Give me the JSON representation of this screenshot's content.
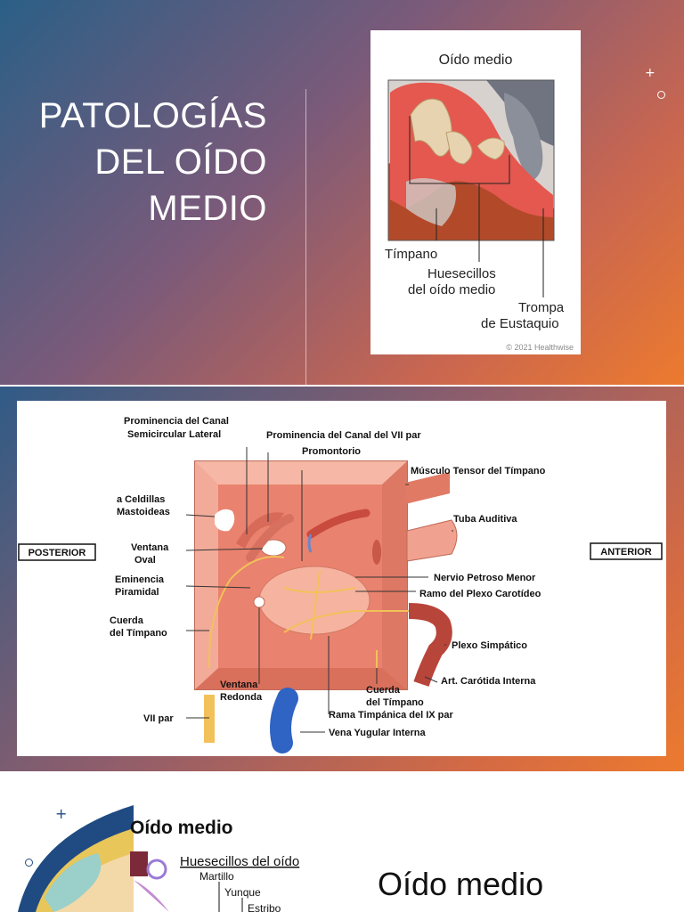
{
  "slide1": {
    "title_lines": [
      "PATOLOGÍAS",
      "DEL OÍDO",
      "MEDIO"
    ],
    "figure": {
      "title": "Oído medio",
      "labels": {
        "timpano": "Tímpano",
        "huesecillos_1": "Huesecillos",
        "huesecillos_2": "del oído medio",
        "trompa_1": "Trompa",
        "trompa_2": "de Eustaquio"
      },
      "credit": "© 2021 Healthwise"
    },
    "decorations": {
      "plus_icon": "plus-icon",
      "circle_icon": "circle-icon"
    }
  },
  "slide2": {
    "labels": {
      "prom_canal_1": "Prominencia del Canal",
      "prom_canal_2": "Semicircular Lateral",
      "prom_vii": "Prominencia del Canal del VII par",
      "promontorio": "Promontorio",
      "tensor": "Músculo Tensor del Tímpano",
      "celdillas_1": "a Celdillas",
      "celdillas_2": "Mastoideas",
      "tuba": "Tuba Auditiva",
      "posterior": "POSTERIOR",
      "anterior": "ANTERIOR",
      "ventana_oval_1": "Ventana",
      "ventana_oval_2": "Oval",
      "nervio_petroso": "Nervio Petroso Menor",
      "eminencia_1": "Eminencia",
      "eminencia_2": "Piramidal",
      "ramo_plexo": "Ramo del Plexo Carotídeo",
      "cuerda_1": "Cuerda",
      "cuerda_2": "del Tímpano",
      "plexo_simpatico": "Plexo Simpático",
      "ventana_redonda_1": "Ventana",
      "ventana_redonda_2": "Redonda",
      "cuerda2_1": "Cuerda",
      "cuerda2_2": "del Tímpano",
      "carotida": "Art. Carótida Interna",
      "vii_par": "VII par",
      "rama_timpanica": "Rama Timpánica del IX par",
      "vena_yugular": "Vena Yugular Interna"
    }
  },
  "slide3": {
    "figure": {
      "title": "Oído medio",
      "subtitle": "Huesecillos del oído",
      "items": [
        "Martillo",
        "Yunque",
        "Estribo"
      ]
    },
    "title": "Oído medio"
  },
  "colors": {
    "accent_orange": "#ec7a2e",
    "accent_blue": "#2b5f86",
    "tissue": "#e8897a",
    "nerve": "#f2c15a",
    "vein": "#2f63c4"
  }
}
